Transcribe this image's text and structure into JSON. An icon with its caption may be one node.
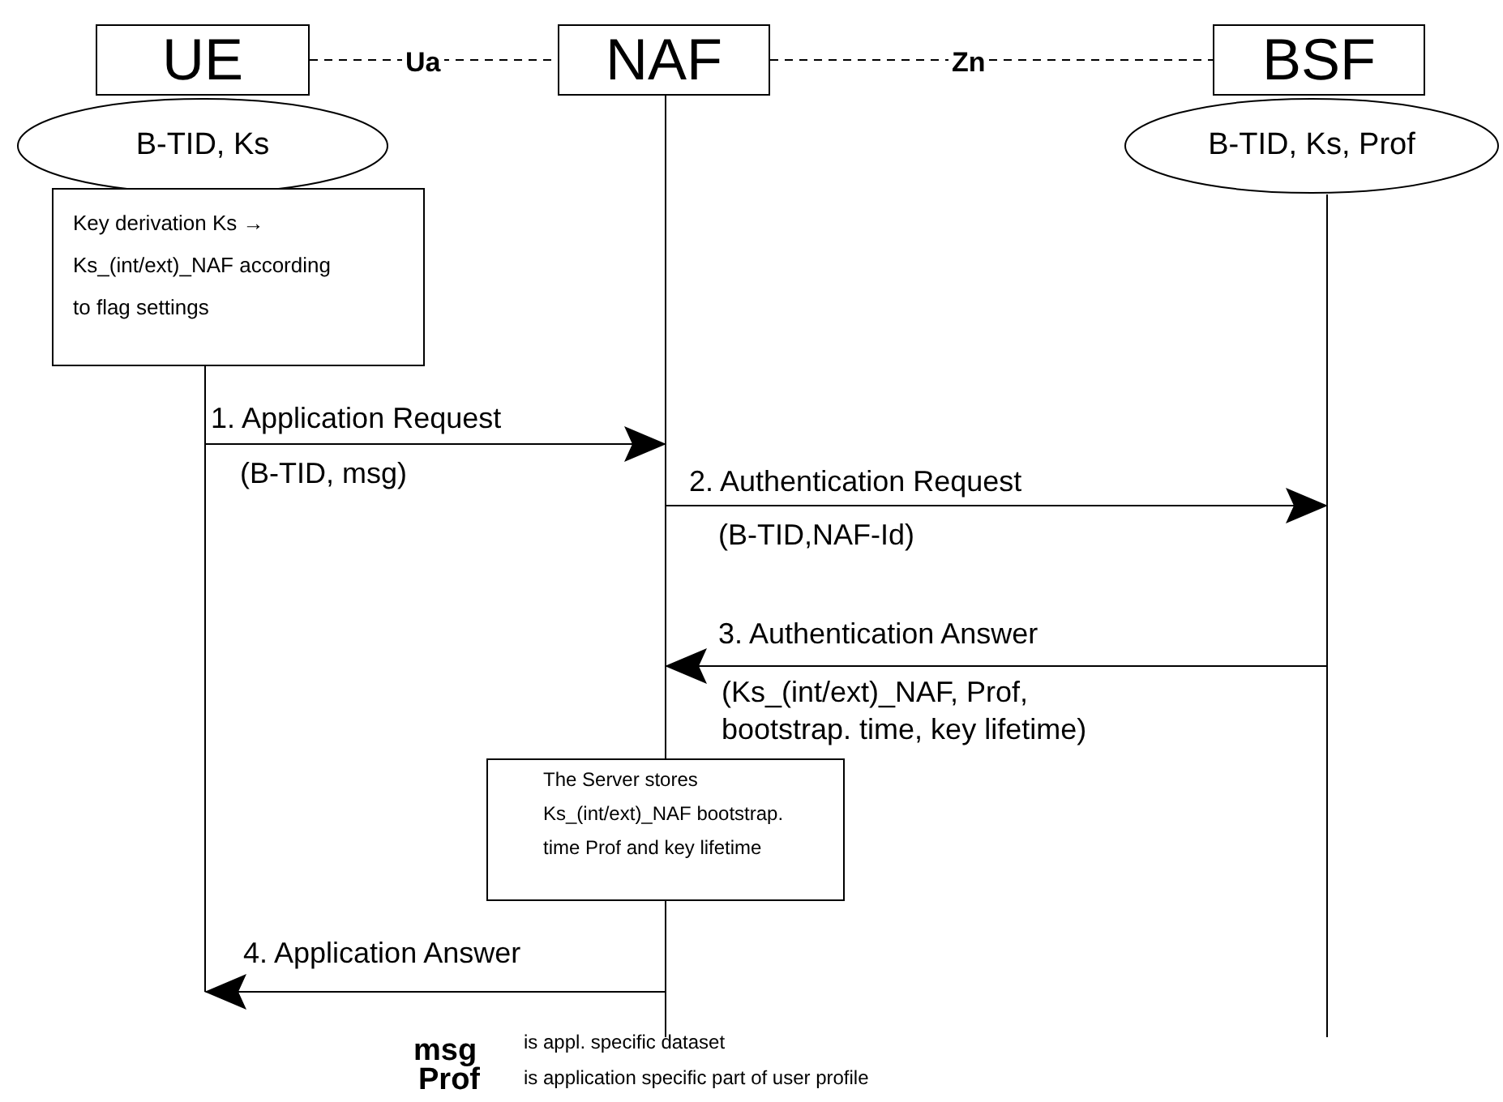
{
  "diagram": {
    "nodes": [
      {
        "text": [
          "UE"
        ]
      },
      {
        "text": [
          "NAF"
        ]
      },
      {
        "text": [
          "BSF"
        ]
      },
      {
        "text": [
          "B-TID, Ks"
        ]
      },
      {
        "text": [
          "B-TID, Ks, Prof"
        ]
      },
      {
        "text": [
          "Key derivation Ks → Ks_(int/ext)_NAF according to flag settings"
        ]
      },
      {
        "text": [
          "The Server stores Ks_(int/ext)_NAF bootstrap. time Prof and key lifetime"
        ]
      },
      {
        "text": [],
        "shape": "bar"
      },
      {
        "text": [],
        "shape": "bar"
      },
      {
        "text": [],
        "shape": "bar"
      }
    ],
    "edges": [
      {
        "from": 0,
        "to": 1,
        "arrow": "none",
        "label": "Ua",
        "style": "dashed"
      },
      {
        "from": 1,
        "to": 2,
        "arrow": "none",
        "label": "Zn",
        "style": "dashed"
      },
      {
        "from": 7,
        "to": 8,
        "arrow": "to",
        "label": "1. Application Request"
      },
      {
        "from": 8,
        "to": 9,
        "arrow": "to",
        "label": "2. Authentication Request"
      },
      {
        "from": 9,
        "to": 8,
        "arrow": "to",
        "label": "3. Authentication Answer"
      },
      {
        "from": 8,
        "to": 7,
        "arrow": "to",
        "label": "4. Application Answer"
      }
    ],
    "labels": [
      "(B-TID, msg)",
      "(B-TID,NAF-Id)",
      "(Ks_(int/ext)_NAF, Prof, bootstrap. time, key lifetime)",
      "msg",
      "is appl. specific dataset",
      "Prof",
      "is application specific part of user profile"
    ]
  }
}
